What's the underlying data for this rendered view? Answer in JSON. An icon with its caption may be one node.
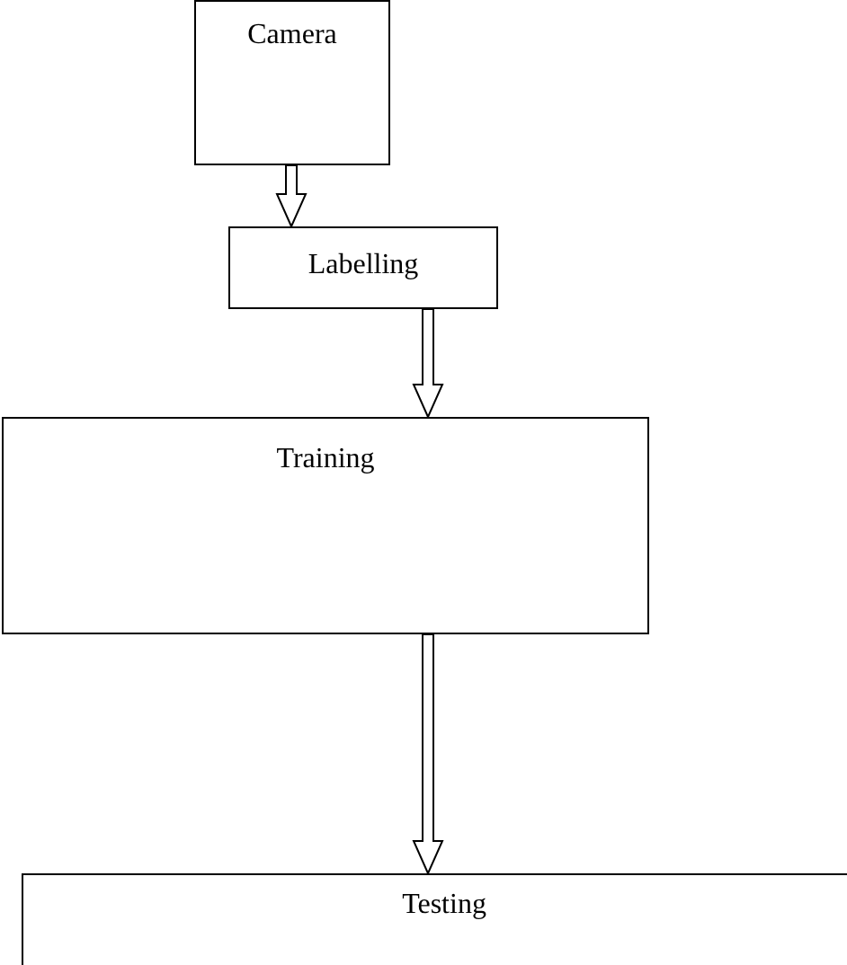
{
  "diagram": {
    "nodes": [
      {
        "text": [
          "Camera"
        ]
      },
      {
        "text": [
          "Labelling"
        ]
      },
      {
        "text": [
          "Training"
        ]
      },
      {
        "text": [
          "Testing"
        ]
      }
    ],
    "edges": [
      {
        "from": 0,
        "to": 1,
        "arrow": "to"
      },
      {
        "from": 1,
        "to": 2,
        "arrow": "to"
      },
      {
        "from": 2,
        "to": 3,
        "arrow": "to"
      }
    ]
  }
}
